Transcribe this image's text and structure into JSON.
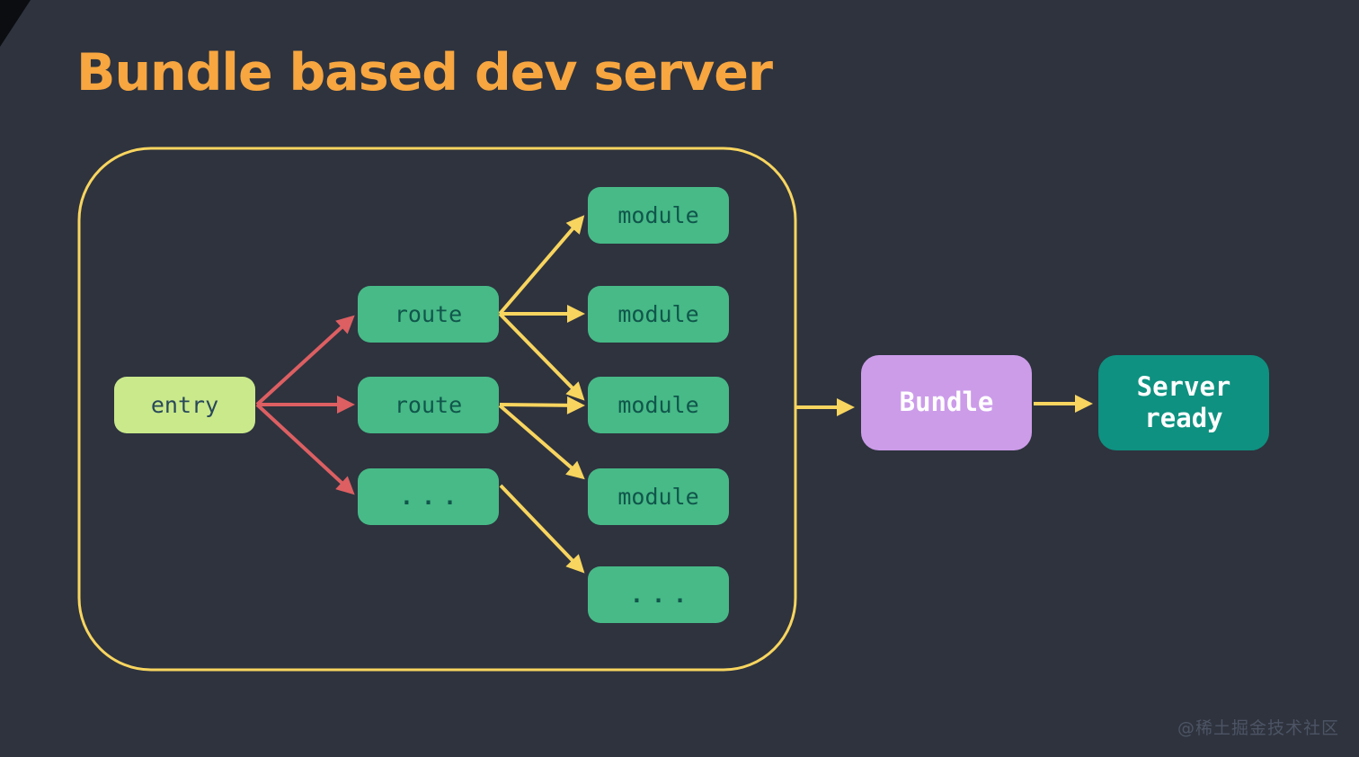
{
  "title": "Bundle based dev server",
  "watermark": "@稀土掘金技术社区",
  "colors": {
    "background": "#2e333e",
    "title_text": "#f7a640",
    "container_border": "#f8d55f",
    "arrow_red": "#dd5f62",
    "arrow_yellow": "#f8d55f",
    "entry_fill": "#c9e98b",
    "entry_text": "#29485a",
    "node_fill": "#47ba87",
    "node_text": "#10564b",
    "bundle_fill": "#cc9ce9",
    "bundle_text": "#ffffff",
    "server_fill": "#0e9180",
    "server_text": "#ffffff",
    "watermark": "#4d5464"
  },
  "nodes": {
    "entry": {
      "label": "entry"
    },
    "route1": {
      "label": "route"
    },
    "route2": {
      "label": "route"
    },
    "route_more": {
      "label": "..."
    },
    "module1": {
      "label": "module"
    },
    "module2": {
      "label": "module"
    },
    "module3": {
      "label": "module"
    },
    "module4": {
      "label": "module"
    },
    "module_more": {
      "label": "..."
    },
    "bundle": {
      "label": "Bundle"
    },
    "server": {
      "label": "Server ready"
    }
  },
  "edges": [
    {
      "from": "entry",
      "to": "route1",
      "color": "red"
    },
    {
      "from": "entry",
      "to": "route2",
      "color": "red"
    },
    {
      "from": "entry",
      "to": "route_more",
      "color": "red"
    },
    {
      "from": "route1",
      "to": "module1",
      "color": "yellow"
    },
    {
      "from": "route1",
      "to": "module2",
      "color": "yellow"
    },
    {
      "from": "route1",
      "to": "module3",
      "color": "yellow"
    },
    {
      "from": "route2",
      "to": "module3",
      "color": "yellow"
    },
    {
      "from": "route2",
      "to": "module4",
      "color": "yellow"
    },
    {
      "from": "route_more",
      "to": "module_more",
      "color": "yellow"
    },
    {
      "from": "dev_server_container",
      "to": "bundle",
      "color": "yellow"
    },
    {
      "from": "bundle",
      "to": "server",
      "color": "yellow"
    }
  ]
}
